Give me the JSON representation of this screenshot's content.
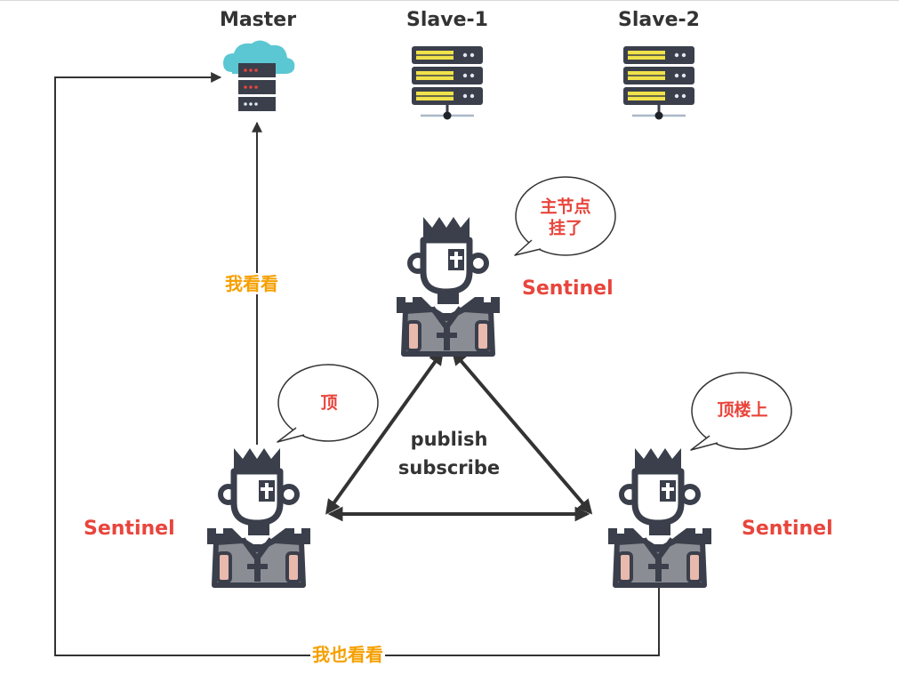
{
  "nodes": {
    "master": {
      "title": "Master"
    },
    "slave1": {
      "title": "Slave-1"
    },
    "slave2": {
      "title": "Slave-2"
    }
  },
  "sentinels": {
    "top": {
      "role": "Sentinel",
      "bubble": "主节点\n挂了"
    },
    "left": {
      "role": "Sentinel",
      "bubble": "顶"
    },
    "right": {
      "role": "Sentinel",
      "bubble": "顶楼上"
    }
  },
  "edges": {
    "left_to_master": "我看看",
    "right_to_master": "我也看看",
    "channel_line1": "publish",
    "channel_line2": "subscribe"
  },
  "colors": {
    "accent_red": "#e8453c",
    "accent_orange": "#f5a000",
    "text_dark": "#333333",
    "icon_dark": "#3a3f4b",
    "icon_gray": "#8a8d94",
    "icon_skin": "#e8b9ad",
    "cloud": "#5bc7d3",
    "server_led": "#f0e24a"
  },
  "icons": {
    "master": "cloud-server-icon",
    "slave": "server-rack-icon",
    "sentinel": "sentinel-knight-icon"
  }
}
